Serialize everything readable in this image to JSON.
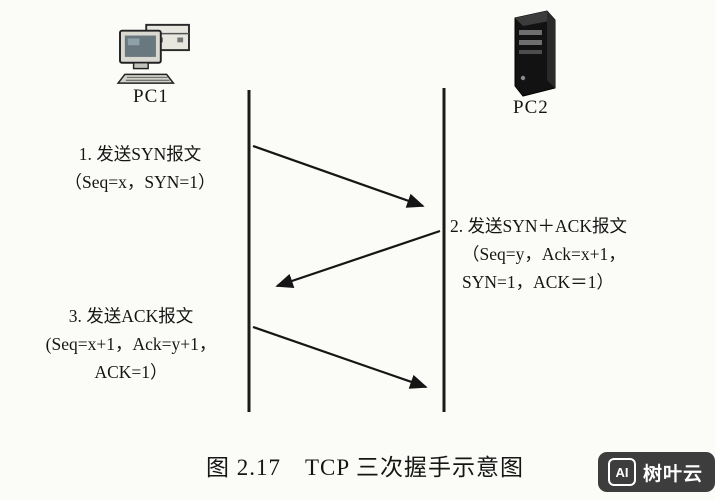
{
  "diagram": {
    "pc1": {
      "label": "PC1",
      "icon": "desktop-computer-icon"
    },
    "pc2": {
      "label": "PC2",
      "icon": "server-tower-icon"
    },
    "steps": [
      {
        "name": "syn",
        "direction": "pc1-to-pc2",
        "lines": [
          "1. 发送SYN报文",
          "（Seq=x，SYN=1）"
        ]
      },
      {
        "name": "syn-ack",
        "direction": "pc2-to-pc1",
        "lines": [
          "2. 发送SYN＋ACK报文",
          "（Seq=y，Ack=x+1，",
          "SYN=1，ACK＝1）"
        ]
      },
      {
        "name": "ack",
        "direction": "pc1-to-pc2",
        "lines": [
          "3. 发送ACK报文",
          "(Seq=x+1，Ack=y+1，",
          "ACK=1）"
        ]
      }
    ],
    "caption": "图 2.17　TCP 三次握手示意图"
  },
  "watermark": {
    "logo": "AI",
    "text": "树叶云"
  },
  "colors": {
    "paper": "#fbfbf8",
    "ink": "#151515",
    "watermark_bg": "#3d3d3d"
  }
}
